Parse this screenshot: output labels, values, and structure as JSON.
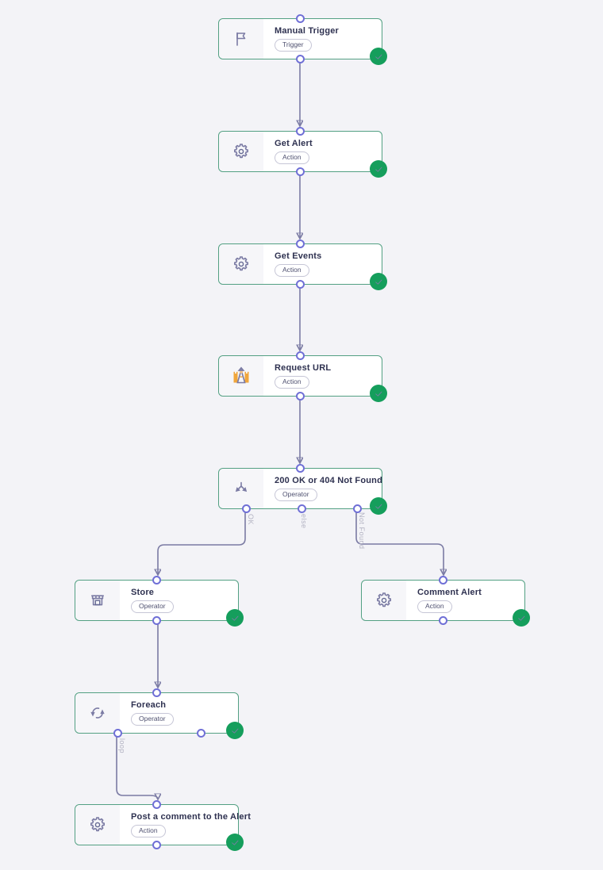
{
  "canvas": {
    "background": "#f3f3f7"
  },
  "colors": {
    "node_border": "#53a083",
    "edge_line": "#7b7ba4",
    "port_ring": "#6f6fd6",
    "status_success": "#159e5c",
    "icon": "#666a94",
    "title_text": "#2e3150",
    "port_label_text": "#b3b3c3"
  },
  "nodes": [
    {
      "title": "Manual Trigger",
      "badge": "Trigger",
      "icon": "flag-icon",
      "status": "success"
    },
    {
      "title": "Get Alert",
      "badge": "Action",
      "icon": "gear-icon",
      "status": "success"
    },
    {
      "title": "Get Events",
      "badge": "Action",
      "icon": "gear-icon",
      "status": "success"
    },
    {
      "title": "Request URL",
      "badge": "Action",
      "icon": "wizard-icon",
      "status": "success"
    },
    {
      "title": "200 OK or 404 Not Found",
      "badge": "Operator",
      "icon": "split-arrow-icon",
      "status": "success",
      "ports": [
        "OK",
        "else",
        "Not Found"
      ]
    },
    {
      "title": "Store",
      "badge": "Operator",
      "icon": "store-icon",
      "status": "success"
    },
    {
      "title": "Comment Alert",
      "badge": "Action",
      "icon": "gear-icon",
      "status": "success"
    },
    {
      "title": "Foreach",
      "badge": "Operator",
      "icon": "loop-icon",
      "status": "success",
      "ports": [
        "loop"
      ]
    },
    {
      "title": "Post a comment to the Alert",
      "badge": "Action",
      "icon": "gear-icon",
      "status": "success"
    }
  ]
}
